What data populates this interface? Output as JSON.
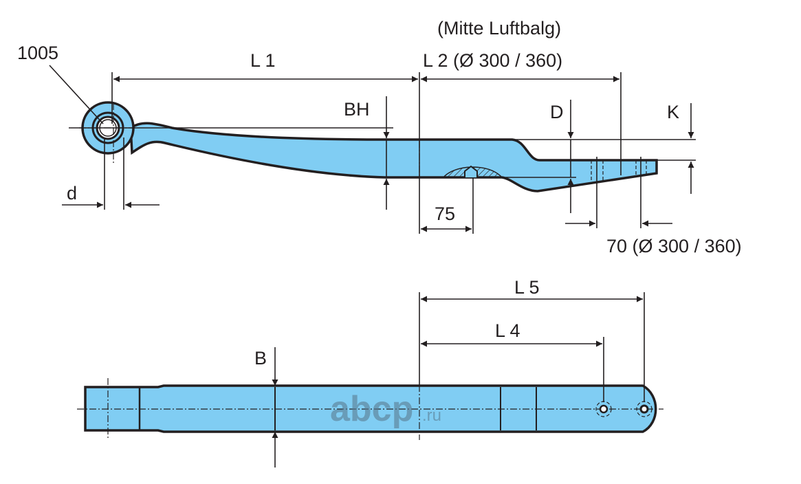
{
  "labels": {
    "part_number": "1005",
    "air_bellow_note": "(Mitte Luftbalg)",
    "l1": "L 1",
    "l2": "L 2 (Ø 300 / 360)",
    "bh": "BH",
    "d_upper": "D",
    "k": "K",
    "d_lower": "d",
    "dim_75": "75",
    "dim_70": "70 (Ø 300 / 360)",
    "l5": "L 5",
    "l4": "L 4",
    "b": "B"
  },
  "watermark": {
    "main": "abcp",
    "suffix": ".ru"
  },
  "colors": {
    "part_fill": "#80cdf3",
    "line": "#231f20"
  }
}
